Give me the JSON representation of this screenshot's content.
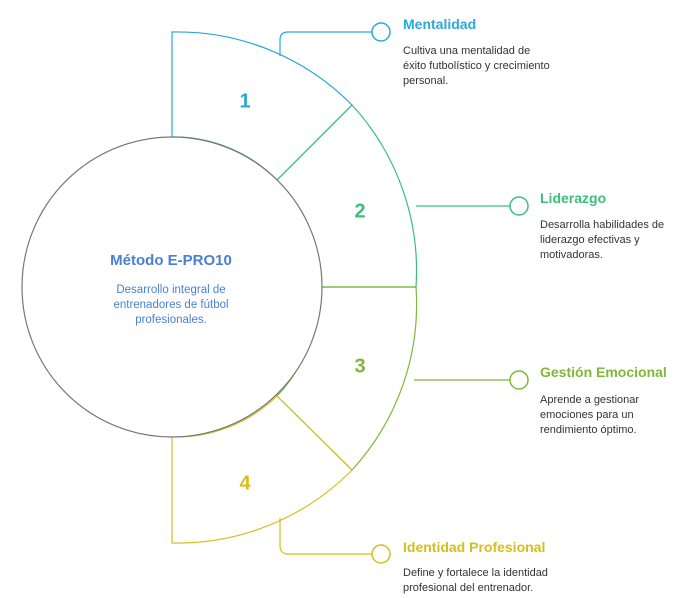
{
  "center": {
    "title": "Método E-PRO10",
    "description": "Desarrollo integral de entrenadores de fútbol profesionales."
  },
  "sections": [
    {
      "number": "1",
      "title": "Mentalidad",
      "description": "Cultiva una mentalidad de éxito futbolístico y crecimiento personal.",
      "color": "#2aa9d6"
    },
    {
      "number": "2",
      "title": "Liderazgo",
      "description": "Desarrolla habilidades de liderazgo efectivas y motivadoras.",
      "color": "#3bbf7c"
    },
    {
      "number": "3",
      "title": "Gestión Emocional",
      "description": "Aprende a gestionar emociones para un rendimiento óptimo.",
      "color": "#7fb83a"
    },
    {
      "number": "4",
      "title": "Identidad Profesional",
      "description": "Define y fortalece la identidad profesional del entrenador.",
      "color": "#d4bf1c"
    }
  ],
  "colors": {
    "center_text": "#4a7fd4",
    "circle_stroke": "#777777"
  }
}
